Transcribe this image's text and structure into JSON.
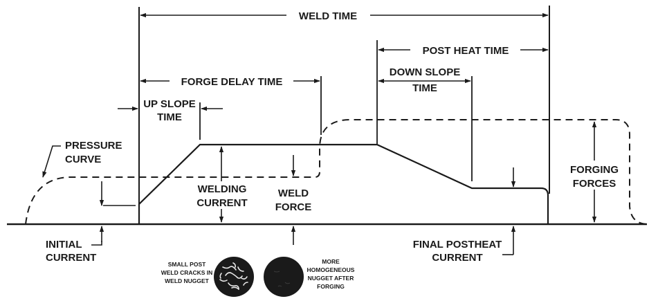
{
  "labels": {
    "weld_time": "WELD TIME",
    "post_heat_time": "POST HEAT TIME",
    "forge_delay_time": "FORGE DELAY TIME",
    "down_slope_time_1": "DOWN SLOPE",
    "down_slope_time_2": "TIME",
    "up_slope_time_1": "UP SLOPE",
    "up_slope_time_2": "TIME",
    "pressure_curve_1": "PRESSURE",
    "pressure_curve_2": "CURVE",
    "welding_current_1": "WELDING",
    "welding_current_2": "CURRENT",
    "weld_force_1": "WELD",
    "weld_force_2": "FORCE",
    "forging_forces_1": "FORGING",
    "forging_forces_2": "FORCES",
    "initial_current_1": "INITIAL",
    "initial_current_2": "CURRENT",
    "final_postheat_current_1": "FINAL POSTHEAT",
    "final_postheat_current_2": "CURRENT",
    "small_cracks_1": "SMALL POST",
    "small_cracks_2": "WELD CRACKS IN",
    "small_cracks_3": "WELD NUGGET",
    "homogeneous_1": "MORE",
    "homogeneous_2": "HOMOGENEOUS",
    "homogeneous_3": "NUGGET AFTER",
    "homogeneous_4": "FORGING"
  },
  "colors": {
    "ink": "#1a1a1a",
    "background": "#ffffff"
  }
}
